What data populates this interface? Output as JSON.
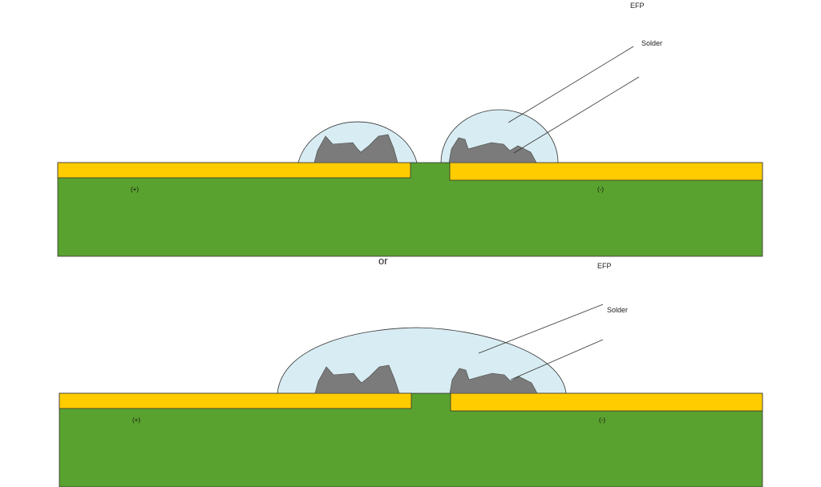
{
  "colors": {
    "substrate": "#5aa22f",
    "pad": "#ffcc00",
    "solder": "#7b7b7b",
    "efp": "#d8edf3",
    "outline": "#333333"
  },
  "top_diagram": {
    "efp_label": "EFP",
    "solder_label": "Solder",
    "positive_label": "(+)",
    "negative_label": "(-)"
  },
  "separator": {
    "text": "or"
  },
  "bottom_diagram": {
    "efp_label": "EFP",
    "solder_label": "Solder",
    "positive_label": "(+)",
    "negative_label": "(-)"
  }
}
